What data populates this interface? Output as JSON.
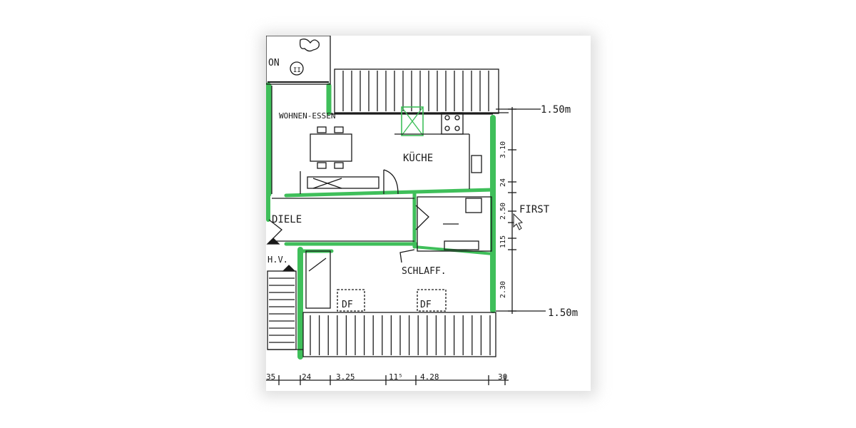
{
  "rooms": {
    "balcony_top": "ON",
    "living_dining": "WOHNEN-ESSEN",
    "kitchen": "KÜCHE",
    "hall": "DIELE",
    "bedroom": "SCHLAFF.",
    "skylight_left": "DF",
    "skylight_right": "DF",
    "hv_label": "H.V."
  },
  "annotations": {
    "ridge": "FIRST",
    "level_top": "1.50m",
    "level_bottom": "1.50m",
    "circle_mark": "II"
  },
  "dims_vertical": [
    "3.10",
    "24",
    "2.50",
    "115",
    "2.30"
  ],
  "dims_horizontal": [
    "35",
    "24",
    "3.25",
    "11⁵",
    "4.28",
    "30"
  ],
  "colors": {
    "wall_highlight": "#3fbf5a",
    "ink": "#1a1a1a",
    "sheet": "#ffffff"
  }
}
